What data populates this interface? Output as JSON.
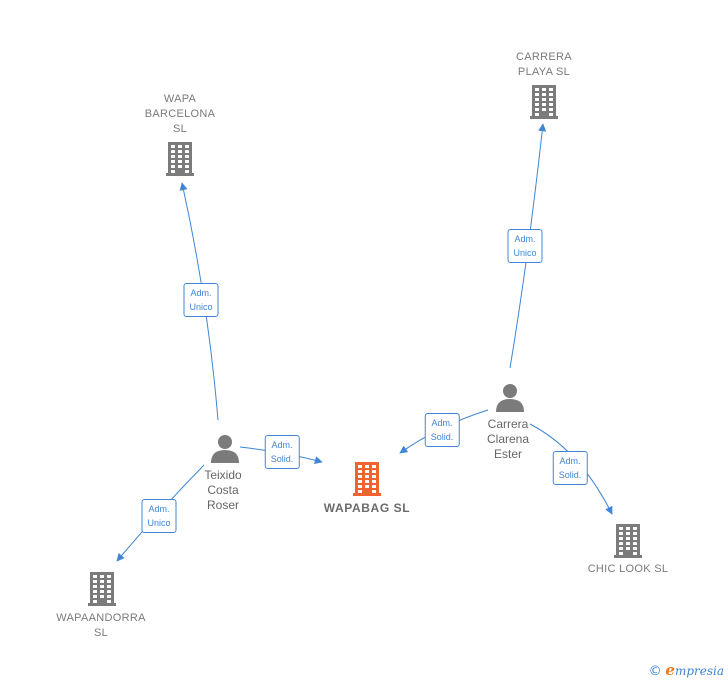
{
  "nodes": {
    "wapa_barcelona": {
      "label": "WAPA\nBARCELONA\nSL",
      "type": "company"
    },
    "carrera_playa": {
      "label": "CARRERA\nPLAYA  SL",
      "type": "company"
    },
    "wapabag": {
      "label": "WAPABAG  SL",
      "type": "company-main"
    },
    "wapaandorra": {
      "label": "WAPAANDORRA\nSL",
      "type": "company"
    },
    "chic_look": {
      "label": "CHIC LOOK  SL",
      "type": "company"
    },
    "teixido": {
      "label": "Teixido\nCosta\nRoser",
      "type": "person"
    },
    "carrera_clarena": {
      "label": "Carrera\nClarena\nEster",
      "type": "person"
    }
  },
  "edges": {
    "teixido_to_wapa_barcelona": {
      "label": "Adm.\nUnico"
    },
    "teixido_to_wapabag": {
      "label": "Adm.\nSolid."
    },
    "teixido_to_wapaandorra": {
      "label": "Adm.\nUnico"
    },
    "carrera_to_carrera_playa": {
      "label": "Adm.\nUnico"
    },
    "carrera_to_wapabag": {
      "label": "Adm.\nSolid."
    },
    "carrera_to_chic_look": {
      "label": "Adm.\nSolid."
    }
  },
  "colors": {
    "edge": "#3f86d6",
    "company_icon": "#7b7b7b",
    "main_company_icon": "#f0622e",
    "person_icon": "#7b7b7b"
  },
  "brand": {
    "copyright": "©",
    "name_initial": "e",
    "name_rest": "mpresia"
  }
}
